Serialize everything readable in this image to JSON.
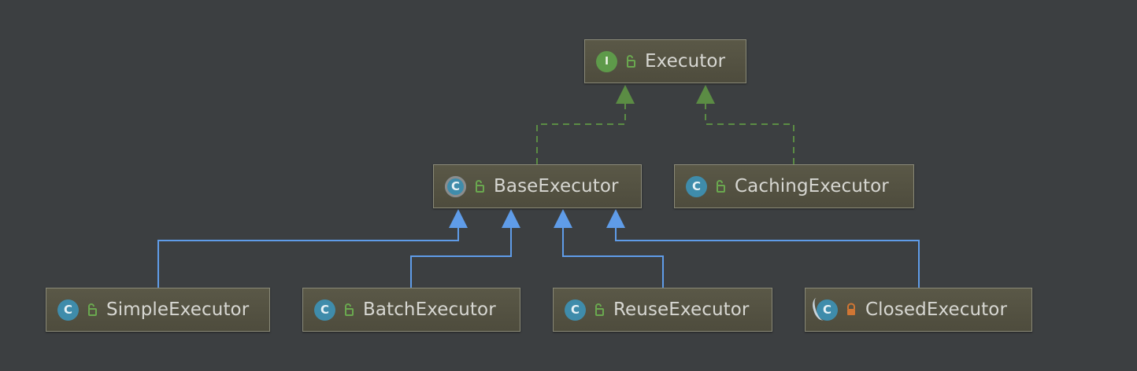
{
  "diagram": {
    "nodes": {
      "executor": {
        "label": "Executor",
        "kind": "interface",
        "kind_letter": "I",
        "kind_icon": "interface-icon",
        "visibility": "public"
      },
      "base_executor": {
        "label": "BaseExecutor",
        "kind": "abstract-class",
        "kind_letter": "C",
        "kind_icon": "abstract-class-icon",
        "visibility": "public"
      },
      "caching_executor": {
        "label": "CachingExecutor",
        "kind": "class",
        "kind_letter": "C",
        "kind_icon": "class-icon",
        "visibility": "public"
      },
      "simple_executor": {
        "label": "SimpleExecutor",
        "kind": "class",
        "kind_letter": "C",
        "kind_icon": "class-icon",
        "visibility": "public"
      },
      "batch_executor": {
        "label": "BatchExecutor",
        "kind": "class",
        "kind_letter": "C",
        "kind_icon": "class-icon",
        "visibility": "public"
      },
      "reuse_executor": {
        "label": "ReuseExecutor",
        "kind": "class",
        "kind_letter": "C",
        "kind_icon": "class-icon",
        "visibility": "public"
      },
      "closed_executor": {
        "label": "ClosedExecutor",
        "kind": "anonymous-class",
        "kind_letter": "C",
        "kind_icon": "anonymous-class-icon",
        "visibility": "private"
      }
    },
    "edges": [
      {
        "from": "BaseExecutor",
        "to": "Executor",
        "type": "implements"
      },
      {
        "from": "CachingExecutor",
        "to": "Executor",
        "type": "implements"
      },
      {
        "from": "SimpleExecutor",
        "to": "BaseExecutor",
        "type": "extends"
      },
      {
        "from": "BatchExecutor",
        "to": "BaseExecutor",
        "type": "extends"
      },
      {
        "from": "ReuseExecutor",
        "to": "BaseExecutor",
        "type": "extends"
      },
      {
        "from": "ClosedExecutor",
        "to": "BaseExecutor",
        "type": "extends"
      }
    ],
    "colors": {
      "background": "#3c3f41",
      "implements_edge": "#5b8c44",
      "extends_edge": "#5f9ce8",
      "public_lock": "#6aa84f",
      "private_lock": "#d07634"
    }
  }
}
